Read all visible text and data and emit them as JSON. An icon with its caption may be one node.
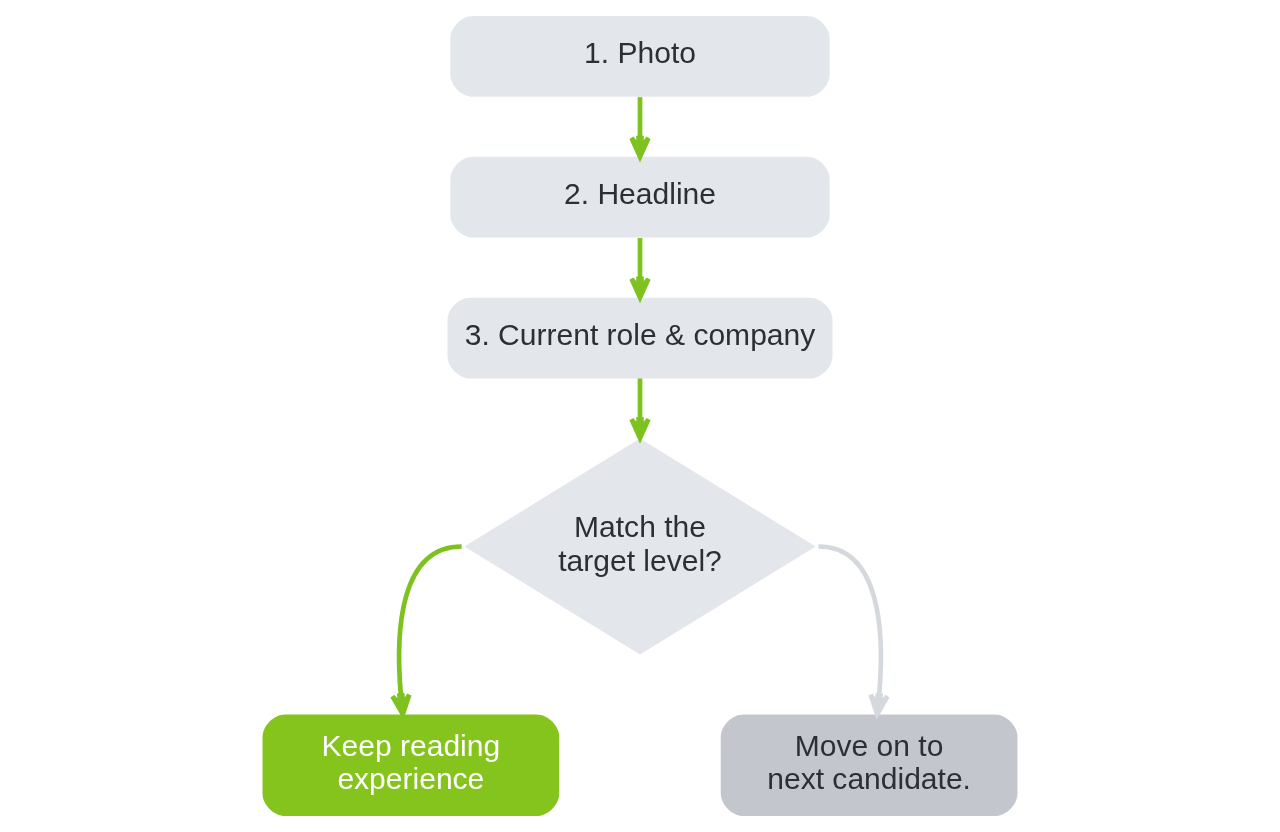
{
  "diagram": {
    "nodes": [
      {
        "text": [
          "1. Photo"
        ]
      },
      {
        "text": [
          "2. Headline"
        ]
      },
      {
        "text": [
          "3. Current role & company"
        ]
      },
      {
        "text": [
          "Match the target level?"
        ]
      },
      {
        "text": [
          "Keep reading experience"
        ]
      },
      {
        "text": [
          "Move on to next candidate."
        ]
      }
    ],
    "edges": [
      {
        "from": 0,
        "to": 1,
        "arrow": "to"
      },
      {
        "from": 1,
        "to": 2,
        "arrow": "to"
      },
      {
        "from": 2,
        "to": 3,
        "arrow": "to"
      },
      {
        "from": 3,
        "to": 4,
        "arrow": "to"
      },
      {
        "from": 3,
        "to": 5,
        "arrow": "to",
        "color": "#d5d9de"
      }
    ]
  }
}
